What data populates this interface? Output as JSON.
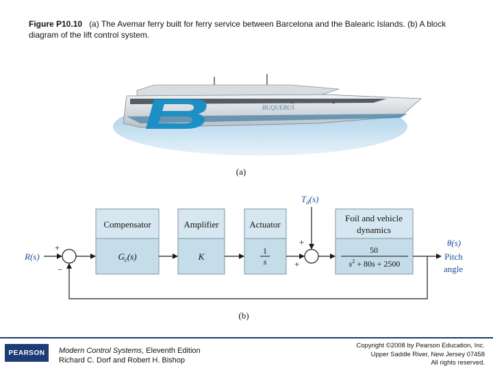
{
  "caption": {
    "figure_label": "Figure P10.10",
    "text": "(a) The Avemar ferry built for ferry service between Barcelona and the Balearic Islands. (b) A block diagram of the lift control system."
  },
  "ship": {
    "logo_text": "BUQUEBUS",
    "colors": {
      "hull": "#dfe3e6",
      "logo": "#1c8fc4",
      "water": "#a9cfe8"
    }
  },
  "labels": {
    "part_a": "(a)",
    "part_b": "(b)"
  },
  "diagram": {
    "input": "R(s)",
    "disturbance": "T",
    "disturbance_sub": "d",
    "disturbance_arg": "(s)",
    "sum1_plus": "+",
    "sum1_minus": "−",
    "sum2_plus_top": "+",
    "sum2_plus_bottom": "+",
    "blocks": {
      "compensator": {
        "title": "Compensator",
        "tf": "G",
        "tf_sub": "c",
        "tf_arg": "(s)"
      },
      "amplifier": {
        "title": "Amplifier",
        "tf": "K"
      },
      "actuator": {
        "title": "Actuator",
        "num": "1",
        "den": "s"
      },
      "dynamics": {
        "title_line1": "Foil and vehicle",
        "title_line2": "dynamics",
        "num": "50",
        "den": "s",
        "den_exp": "2",
        "den_rest": " + 80s + 2500"
      }
    },
    "output_symbol": "θ(s)",
    "output_line1": "Pitch",
    "output_line2": "angle",
    "colors": {
      "block_fill": "#c5dce9",
      "title_fill": "#d6e7f1",
      "arrow": "#1a1a1a",
      "signal_text": "#1f4e9c"
    }
  },
  "footer": {
    "publisher": "PEARSON",
    "book_title": "Modern Control Systems",
    "edition": ", Eleventh Edition",
    "authors": "Richard C. Dorf and Robert H. Bishop",
    "copyright": "Copyright ©2008 by Pearson Education, Inc.",
    "address": "Upper Saddle River, New Jersey 07458",
    "rights": "All rights reserved."
  }
}
